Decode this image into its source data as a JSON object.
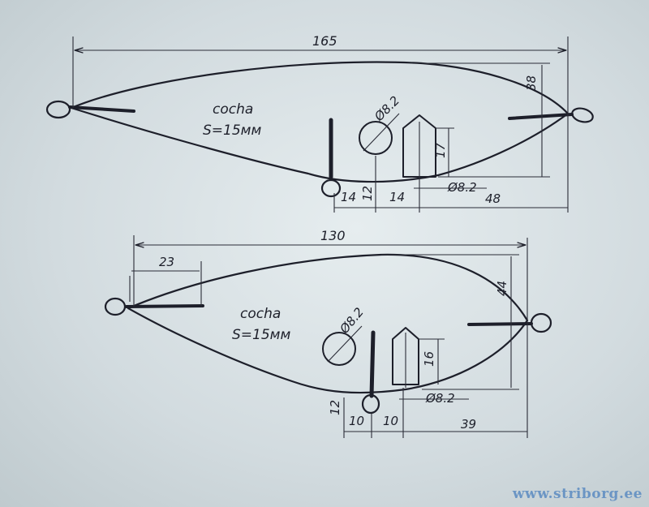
{
  "lure1": {
    "material": "cocha",
    "thickness": "S=15мм",
    "dims": {
      "length": "165",
      "height": "38",
      "hole_diameter": "Ø8.2",
      "dia_small": "Ø8.2",
      "weight_height": "17",
      "d14_a": "14",
      "d12": "12",
      "d14_b": "14",
      "d48": "48"
    }
  },
  "lure2": {
    "material": "cocha",
    "thickness": "S=15мм",
    "dims": {
      "length": "130",
      "front": "23",
      "height": "44",
      "hole_diameter": "Ø8.2",
      "dia_small": "Ø8.2",
      "weight_height": "16",
      "d12": "12",
      "d10_a": "10",
      "d10_b": "10",
      "d39": "39"
    }
  },
  "watermark": "www.striborg.ee"
}
